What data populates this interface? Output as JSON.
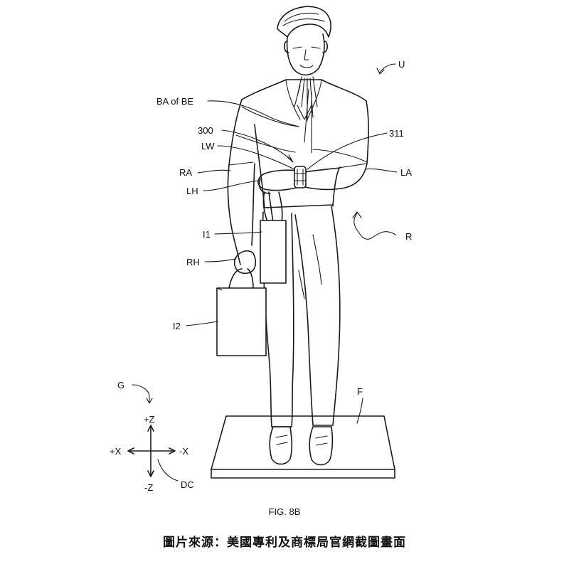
{
  "figure": {
    "title": "FIG. 8B",
    "labels": {
      "user": "U",
      "ba_of_be": "BA of BE",
      "ref_300": "300",
      "ref_311": "311",
      "lw": "LW",
      "ra": "RA",
      "la": "LA",
      "lh": "LH",
      "i1": "I1",
      "rh": "RH",
      "r": "R",
      "i2": "I2",
      "g": "G",
      "f": "F",
      "plus_z": "+Z",
      "minus_z": "-Z",
      "plus_x": "+X",
      "minus_x": "-X",
      "dc": "DC"
    }
  },
  "caption": "圖片來源：美國專利及商標局官網截圖畫面"
}
